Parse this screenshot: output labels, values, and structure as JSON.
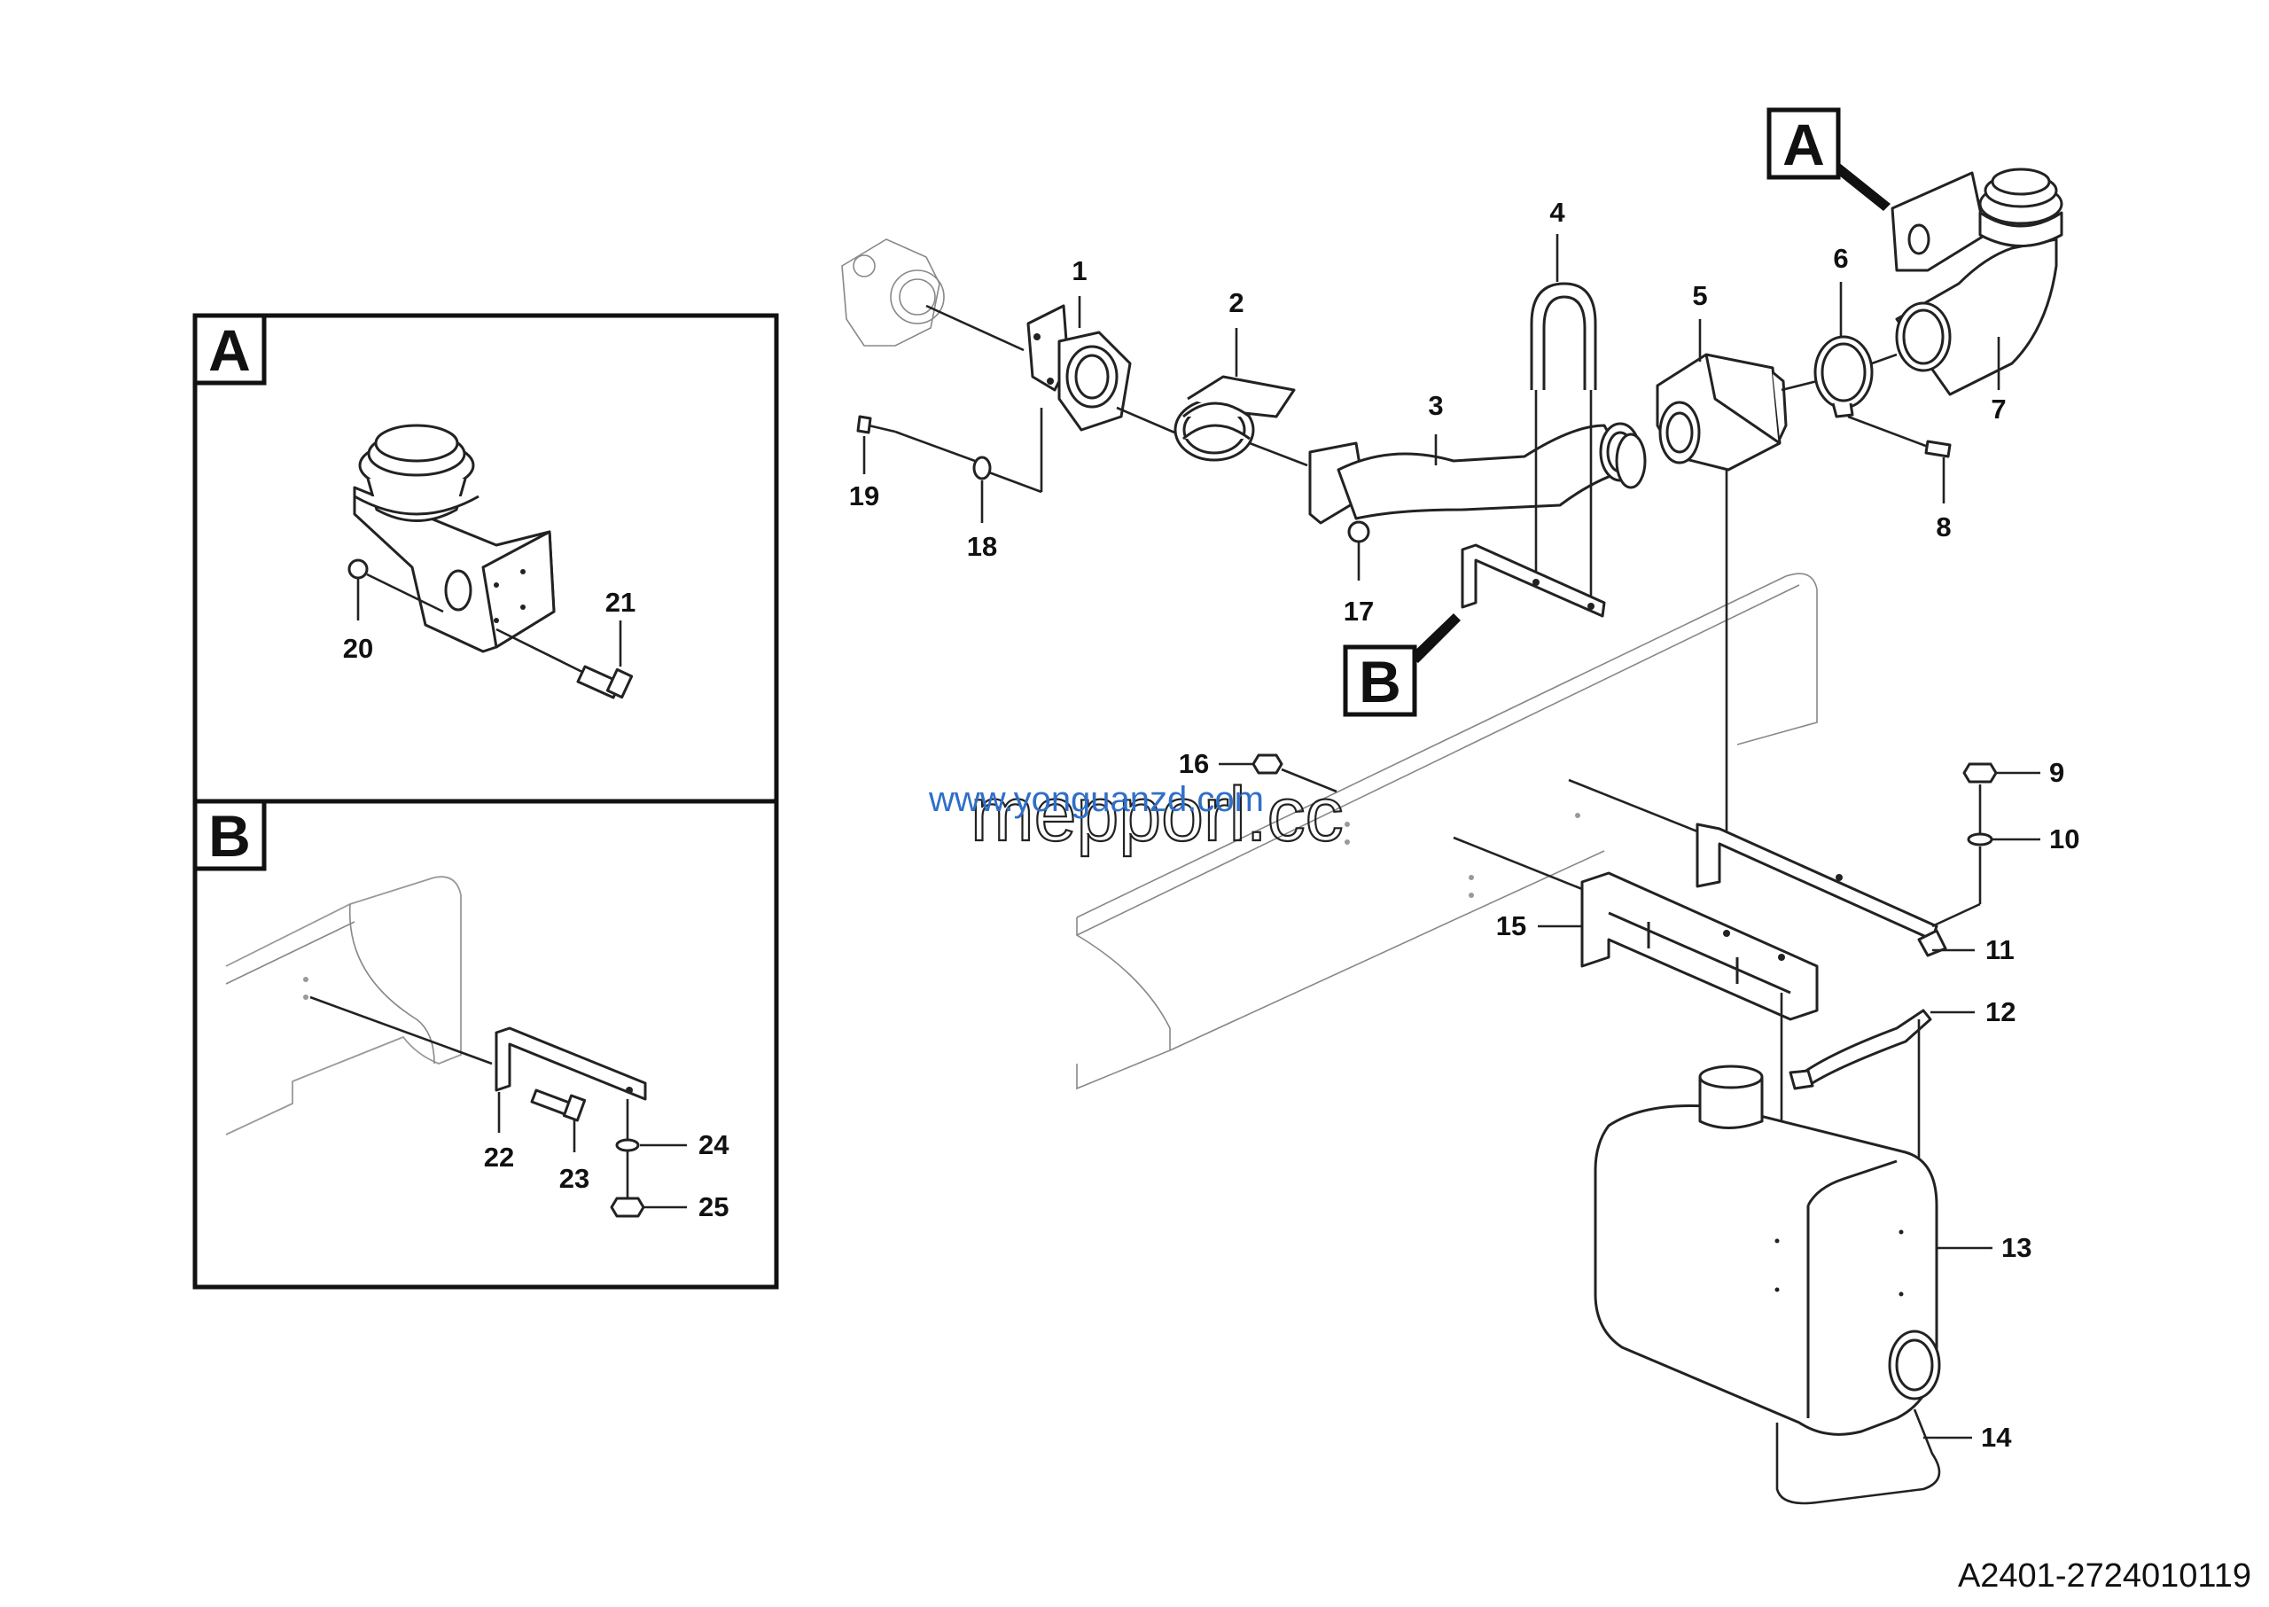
{
  "drawing_code": "A2401-2724010119",
  "watermark": {
    "line1": "www.yonguanzd.com",
    "line2": "mepporl.cc"
  },
  "detail_views": [
    {
      "id": "A",
      "label": "A"
    },
    {
      "id": "B",
      "label": "B"
    }
  ],
  "callouts": {
    "view_a": "A",
    "view_b": "B"
  },
  "part_labels": [
    {
      "id": "1",
      "text": "1"
    },
    {
      "id": "2",
      "text": "2"
    },
    {
      "id": "3",
      "text": "3"
    },
    {
      "id": "4",
      "text": "4"
    },
    {
      "id": "5",
      "text": "5"
    },
    {
      "id": "6",
      "text": "6"
    },
    {
      "id": "7",
      "text": "7"
    },
    {
      "id": "8",
      "text": "8"
    },
    {
      "id": "9",
      "text": "9"
    },
    {
      "id": "10",
      "text": "10"
    },
    {
      "id": "11",
      "text": "11"
    },
    {
      "id": "12",
      "text": "12"
    },
    {
      "id": "13",
      "text": "13"
    },
    {
      "id": "14",
      "text": "14"
    },
    {
      "id": "15",
      "text": "15"
    },
    {
      "id": "16",
      "text": "16"
    },
    {
      "id": "17",
      "text": "17"
    },
    {
      "id": "18",
      "text": "18"
    },
    {
      "id": "19",
      "text": "19"
    },
    {
      "id": "20",
      "text": "20"
    },
    {
      "id": "21",
      "text": "21"
    },
    {
      "id": "22",
      "text": "22"
    },
    {
      "id": "23",
      "text": "23"
    },
    {
      "id": "24",
      "text": "24"
    },
    {
      "id": "25",
      "text": "25"
    }
  ]
}
